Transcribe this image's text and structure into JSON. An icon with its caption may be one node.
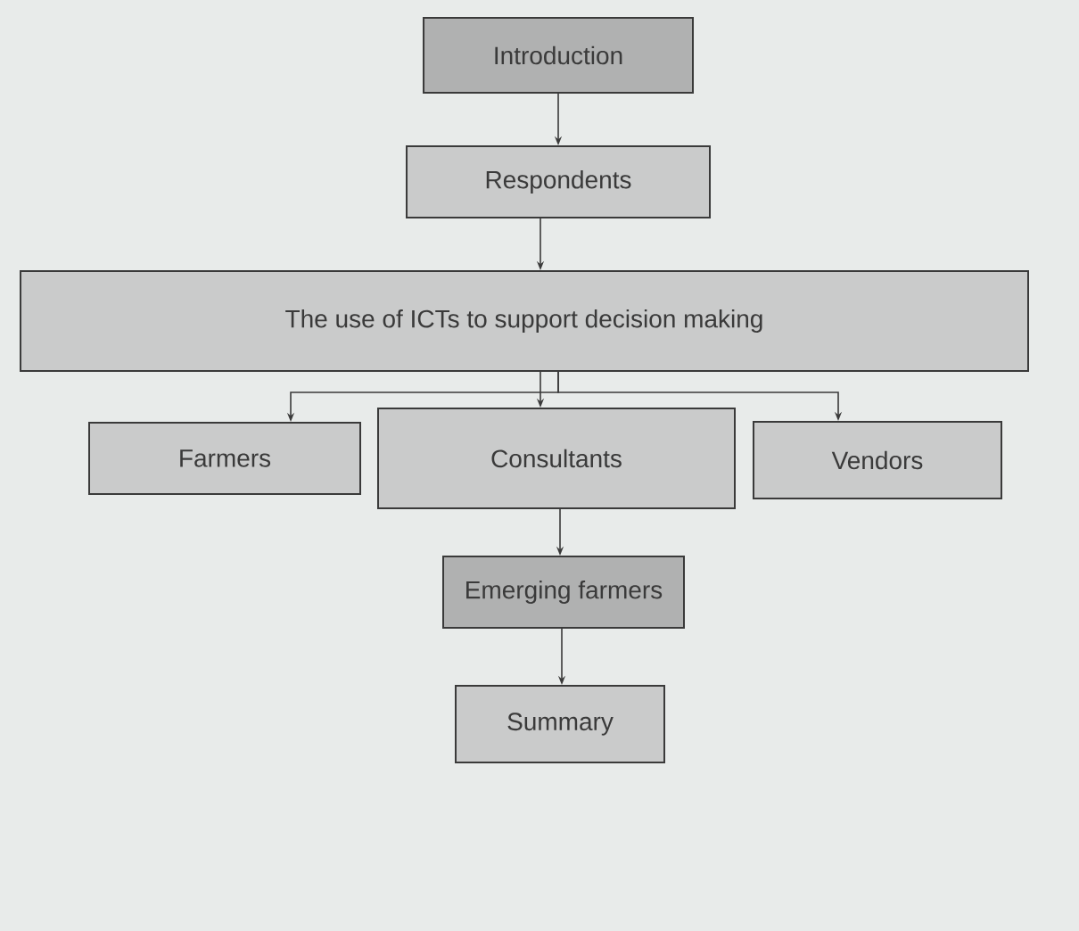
{
  "diagram": {
    "nodes": [
      {
        "text": [
          "Introduction"
        ]
      },
      {
        "text": [
          "Respondents"
        ]
      },
      {
        "text": [
          "The use of ICTs to support decision making"
        ]
      },
      {
        "text": [
          "Farmers"
        ]
      },
      {
        "text": [
          "Consultants"
        ]
      },
      {
        "text": [
          "Vendors"
        ]
      },
      {
        "text": [
          "Emerging farmers"
        ]
      },
      {
        "text": [
          "Summary"
        ]
      }
    ],
    "edges": [
      {
        "from": 0,
        "to": 1,
        "arrow": "to"
      },
      {
        "from": 1,
        "to": 2,
        "arrow": "to"
      },
      {
        "from": 2,
        "to": 3,
        "arrow": "to"
      },
      {
        "from": 2,
        "to": 4,
        "arrow": "to"
      },
      {
        "from": 2,
        "to": 5,
        "arrow": "to"
      },
      {
        "from": 4,
        "to": 6,
        "arrow": "to"
      },
      {
        "from": 6,
        "to": 7,
        "arrow": "to"
      }
    ]
  }
}
